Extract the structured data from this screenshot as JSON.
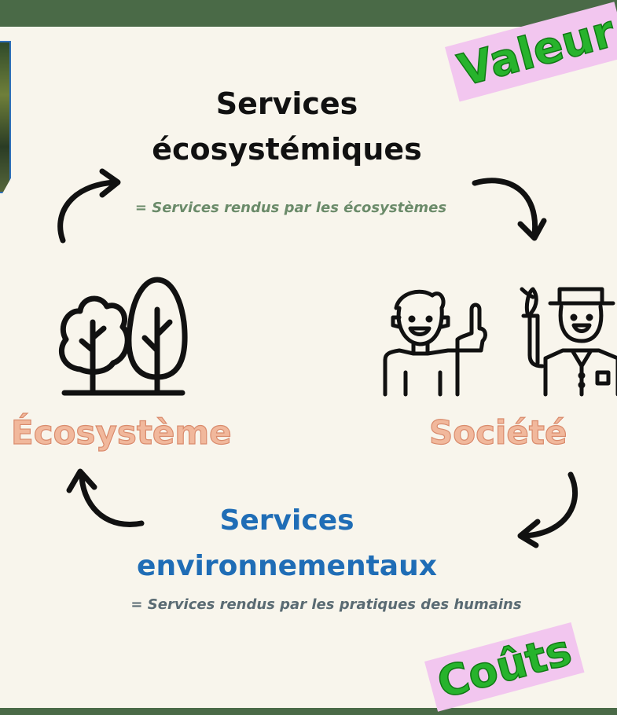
{
  "colors": {
    "band": "#4a6a47",
    "background": "#f8f5ec",
    "eco_subtitle": "#6b8b6a",
    "env_title": "#1f6db6",
    "env_subtitle": "#5a6b73",
    "node_label": "#f1b89c",
    "stamp_text": "#27b32c",
    "stamp_bg": "#f2c6ef"
  },
  "diagram": {
    "top": {
      "title_line1": "Services",
      "title_line2": "écosystémiques",
      "subtitle": "= Services rendus par les écosystèmes"
    },
    "bottom": {
      "title_line1": "Services",
      "title_line2": "environnementaux",
      "subtitle": "= Services rendus par les pratiques des humains"
    },
    "nodes": {
      "ecosystem": {
        "label": "Écosystème",
        "icon": "trees-icon"
      },
      "society": {
        "label": "Société",
        "icons": [
          "person-thumbs-up-icon",
          "farmer-with-sprout-icon"
        ]
      }
    },
    "stamps": {
      "value": "Valeur",
      "costs": "Coûts"
    }
  }
}
